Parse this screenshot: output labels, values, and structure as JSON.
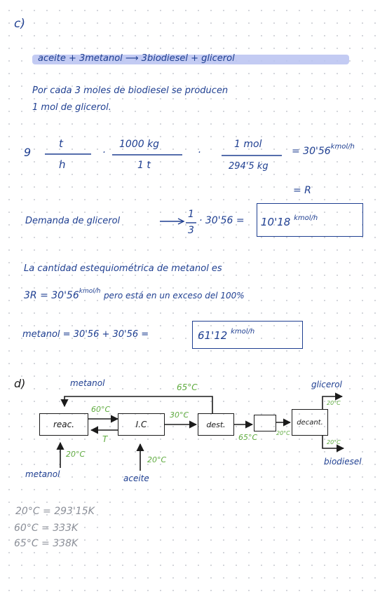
{
  "part_c": {
    "label": "c)",
    "reaction": "aceite + 3metanol ⟶ 3biodiesel + glicerol",
    "stoich_line1": "Por cada 3 moles de biodiesel se producen",
    "stoich_line2": "1 mol de glicerol.",
    "calc": {
      "prefix": "9",
      "f1_num": "t",
      "f1_den": "h",
      "f2_num": "1000 kg",
      "f2_den": "1 t",
      "f3_num": "1 mol",
      "f3_den": "294'5 kg",
      "dot": "·",
      "result": "= 30'56",
      "result_unit": "kmol/h",
      "r_label": "= R"
    },
    "demand": {
      "label": "Demanda de glicerol",
      "frac_num": "1",
      "frac_den": "3",
      "expr": "· 30'56 =",
      "result": "10'18",
      "unit": "kmol/h"
    },
    "stoich_methanol_line1": "La cantidad estequiométrica de metanol es",
    "stoich_methanol_line2_a": "3R = 30'56",
    "stoich_methanol_unit": "kmol/h",
    "stoich_methanol_line2_b": "pero está en un exceso del 100%",
    "methanol": {
      "label": "metanol = 30'56 + 30'56 =",
      "result": "61'12",
      "unit": "kmol/h"
    }
  },
  "part_d": {
    "label": "d)",
    "recycle_label": "metanol",
    "recycle_temp": "65°C",
    "units": {
      "reactor": "reac.",
      "exchanger": "I.C",
      "distillation": "dest.",
      "decanter": "decant."
    },
    "temps": {
      "reac_to_ic": "60°C",
      "ic_return": "T",
      "ic_out": "30°C",
      "dest_out": "65°C",
      "cooler_out": "20°C",
      "glycerol_out": "20°C",
      "biodiesel_out": "20°C",
      "methanol_feed": "20°C",
      "oil_feed": "20°C"
    },
    "product_top": "glicerol",
    "product_bottom": "biodiesel",
    "feed_methanol": "metanol",
    "feed_oil": "aceite"
  },
  "conversions": [
    "20°C = 293'15K",
    "60°C = 333K",
    "65°C = 338K"
  ]
}
